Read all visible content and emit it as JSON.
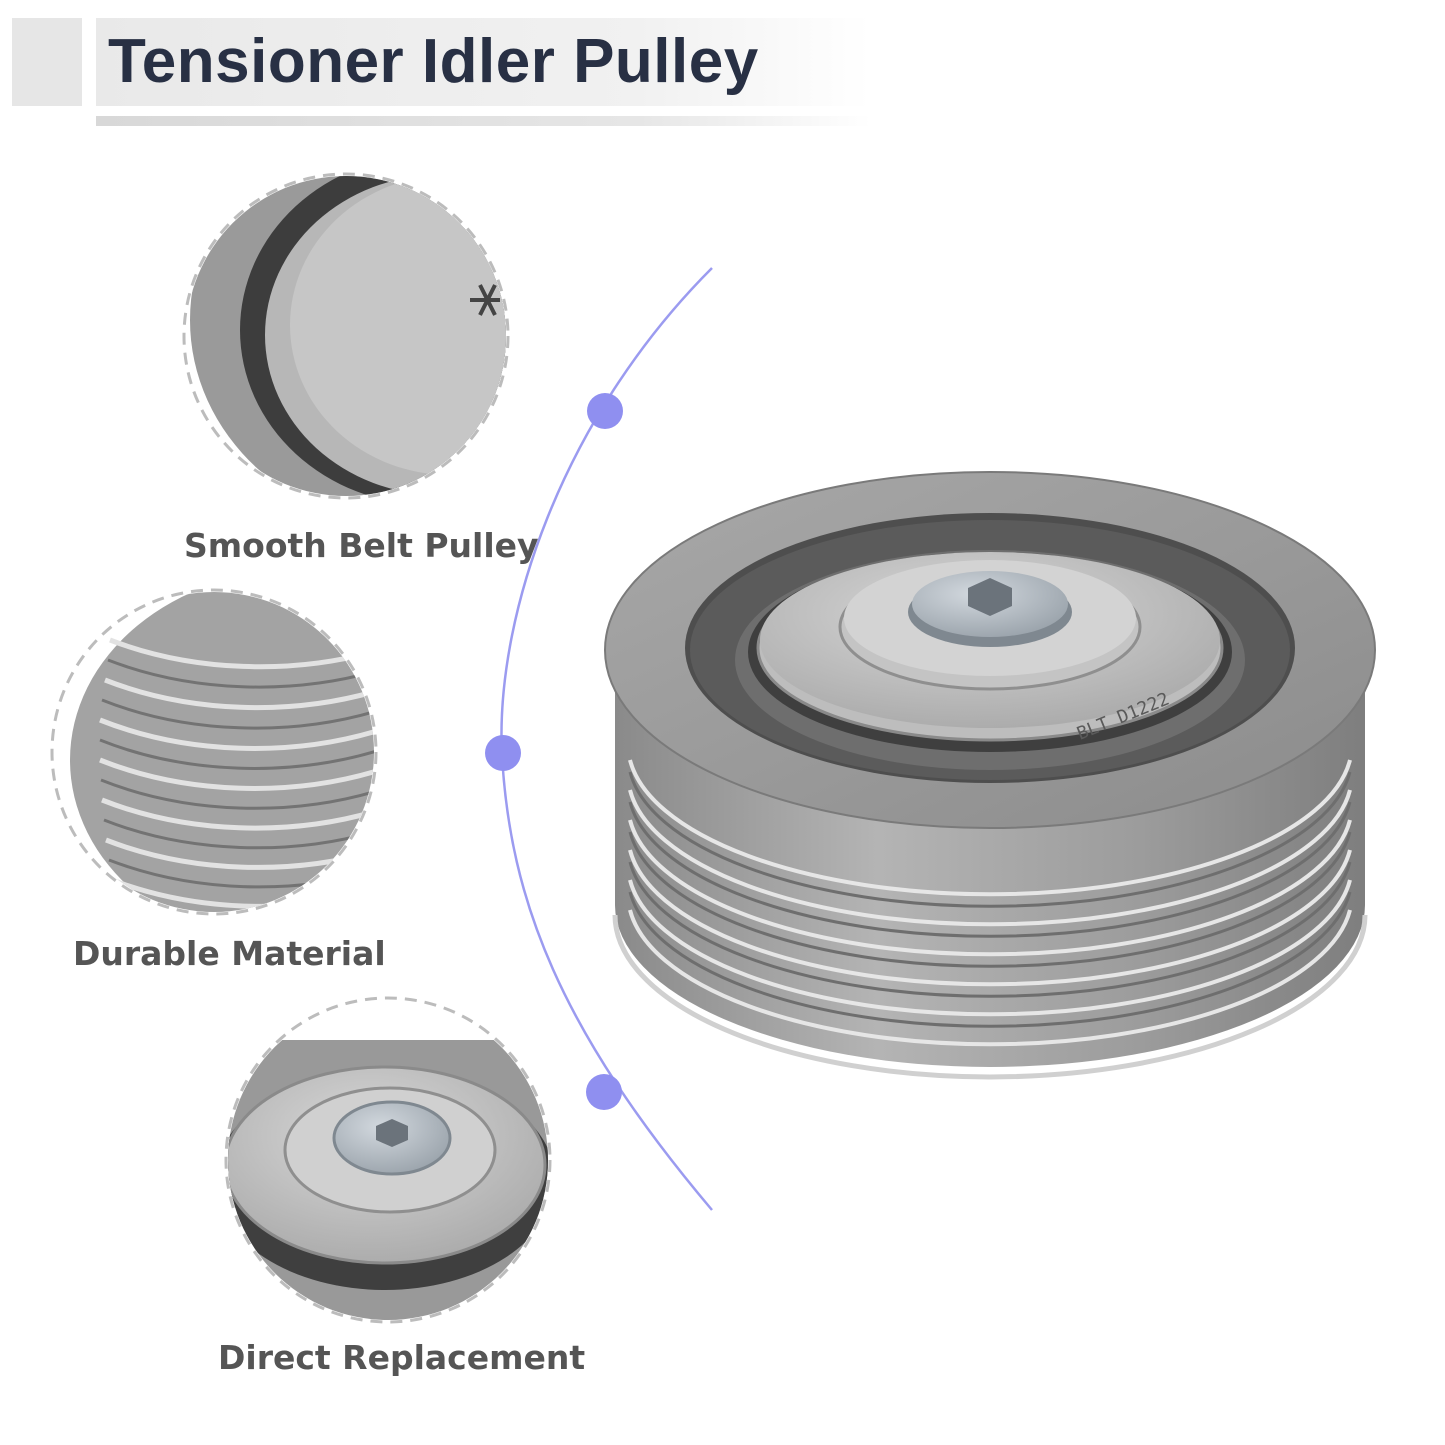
{
  "header": {
    "title": "Tensioner Idler Pulley"
  },
  "features": [
    {
      "label": "Smooth Belt Pulley",
      "icon": "pulley-face-closeup"
    },
    {
      "label": "Durable Material",
      "icon": "pulley-grooves-closeup"
    },
    {
      "label": "Direct Replacement",
      "icon": "pulley-bolt-closeup"
    }
  ],
  "product": {
    "engraving": "BLT D1222"
  },
  "colors": {
    "title_text": "#283044",
    "label_text": "#555555",
    "accent": "#8f8ff0",
    "metal": "#9a9a9a"
  }
}
